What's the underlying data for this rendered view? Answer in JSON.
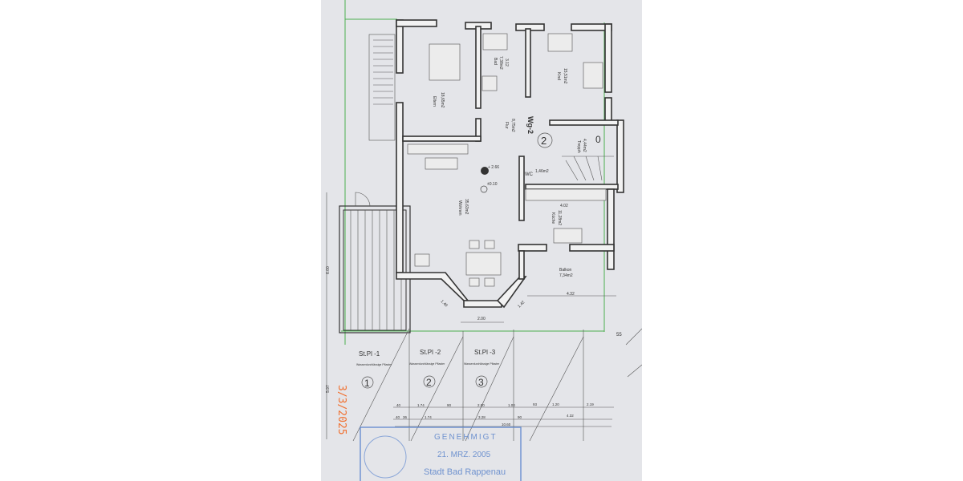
{
  "rooms": {
    "eltern": {
      "name": "Eltern",
      "area": "18,65m2"
    },
    "bad": {
      "name": "Bad",
      "area": "7,38m2",
      "extra": "3.12"
    },
    "kind": {
      "name": "Kind",
      "area": "15,51m2"
    },
    "flur": {
      "name": "Flur",
      "area": "8,75m2"
    },
    "treppe": {
      "name": "Trepph",
      "area": "4,44m2"
    },
    "wc": {
      "name": "WC",
      "area": "1,46m2"
    },
    "wohnen": {
      "name": "Wohnen",
      "area": "35,63m2"
    },
    "kueche": {
      "name": "Küche",
      "area": "11,28m2"
    },
    "balkon": {
      "name": "Balkon",
      "area": "7,34m2"
    }
  },
  "unit": {
    "label": "Wg-2",
    "number": "2",
    "stair_mark": "0"
  },
  "levels": {
    "top": "+ 2.66",
    "bottom": "±0.10"
  },
  "dims": {
    "kitchen": "4.02",
    "balkon": "4.32",
    "bay_left": "1.40",
    "bay_right": "1.42",
    "bay": "2.00",
    "terrace": "6.00",
    "corner": "55",
    "side": "5.97",
    "total": "10.60",
    "row1": [
      "40",
      "1.74",
      "90",
      "2.00",
      "1.00",
      "93",
      "1.20",
      "2.19"
    ],
    "row2": [
      "40",
      "36",
      "1.74",
      "3.28",
      "90",
      "4.32"
    ]
  },
  "parking": [
    {
      "label": "St.Pl -1",
      "note": "Wasserdurchlässige Pflaster",
      "number": "1"
    },
    {
      "label": "St.Pl -2",
      "note": "Wasserdurchlässige Pflaster",
      "number": "2"
    },
    {
      "label": "St.Pl -3",
      "note": "Wasserdurchlässige Pflaster",
      "number": "3"
    }
  ],
  "stamp": {
    "title": "GENEHMIGT",
    "date": "21. MRZ. 2005",
    "authority": "Stadt Bad Rappenau"
  },
  "photo_date": "3/3/2025",
  "colors": {
    "paper": "#e4e5e9",
    "boundary": "#4caf50",
    "stamp": "#6a8fd0",
    "date_stamp": "#f07030"
  }
}
